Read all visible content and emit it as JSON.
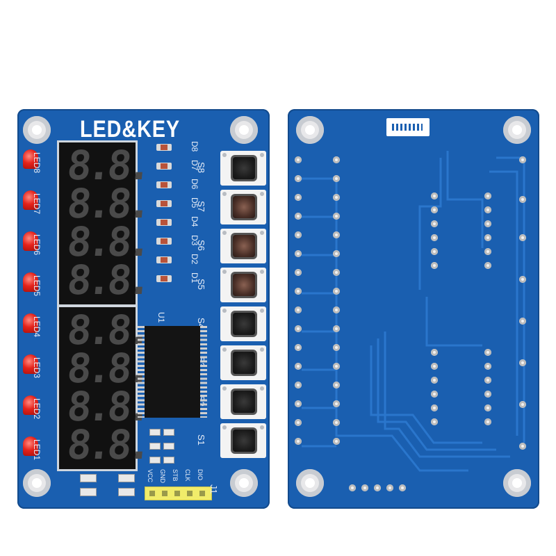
{
  "front_board": {
    "title": "LED&KEY",
    "leds": [
      "LED8",
      "LED7",
      "LED6",
      "LED5",
      "LED4",
      "LED3",
      "LED2",
      "LED1"
    ],
    "digits": [
      "8.8.",
      "8.8.",
      "8.8.",
      "8.8.",
      "8.8.",
      "8.8.",
      "8.8.",
      "8.8."
    ],
    "diode_labels": [
      "D8",
      "D7",
      "D6",
      "D5",
      "D4",
      "D3",
      "D2",
      "D1"
    ],
    "switches": [
      "S8",
      "S7",
      "S6",
      "S5",
      "S4",
      "S3",
      "S2",
      "S1"
    ],
    "chip_label": "U1",
    "header_label": "J1",
    "header_pins": [
      "VCC",
      "GND",
      "STB",
      "CLK",
      "DIO"
    ],
    "colors": {
      "pcb": "#1a5fb0",
      "led": "#e5231b",
      "header": "#f1ec6a"
    }
  },
  "back_board": {
    "colors": {
      "pcb": "#1a5fb0"
    }
  }
}
